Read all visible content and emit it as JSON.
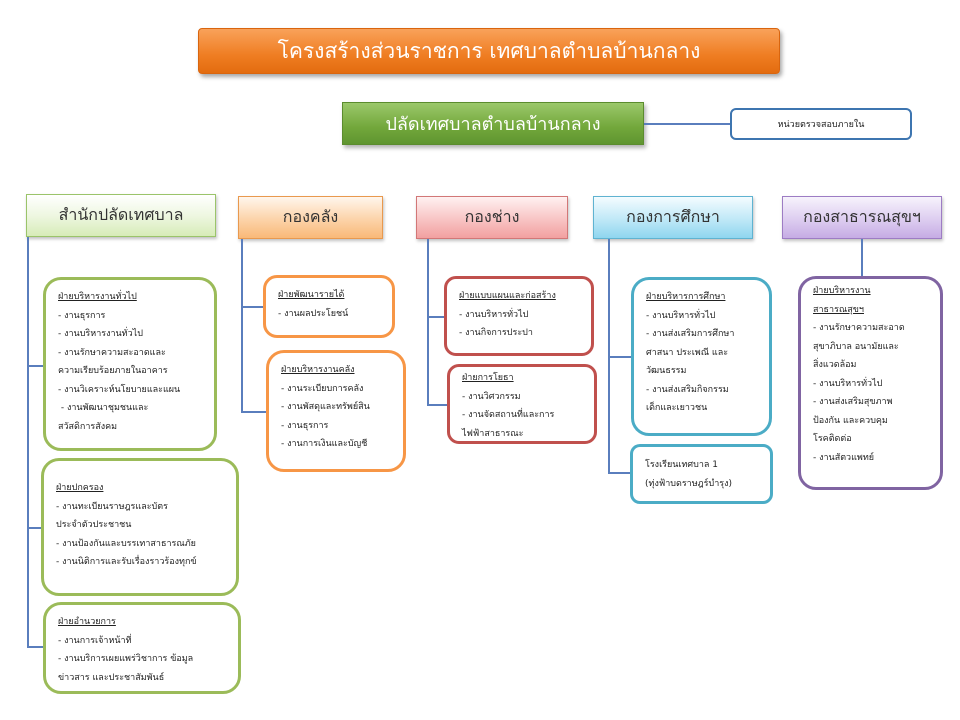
{
  "title": "โครงสร้างส่วนราชการ เทศบาลตำบลบ้านกลาง",
  "head": "ปลัดเทศบาลตำบลบ้านกลาง",
  "audit": "หน่วยตรวจสอบภายใน",
  "divisions": [
    {
      "name": "สำนักปลัดเทศบาล",
      "sections": [
        {
          "title": "ฝ่ายบริหารงานทั่วไป",
          "lines": [
            "- งานธุรการ",
            "- งานบริหารงานทั่วไป",
            "- งานรักษาความสะอาดและ",
            "ความเรียบร้อยภายในอาคาร",
            "- งานวิเคราะห์นโยบายและแผน",
            " - งานพัฒนาชุมชนและ",
            "สวัสดิการสังคม"
          ]
        },
        {
          "title": "ฝ่ายปกครอง",
          "lines": [
            "- งานทะเบียนราษฎรและบัตร",
            "ประจำตัวประชาชน",
            "- งานป้องกันและบรรเทาสาธารณภัย",
            "- งานนิติการและรับเรื่องราวร้องทุกข์"
          ]
        },
        {
          "title": "ฝ่ายอำนวยการ",
          "lines": [
            "- งานการเจ้าหน้าที่",
            "- งานบริการเผยแพร่วิชาการ ข้อมูล",
            "ข่าวสาร และประชาสัมพันธ์"
          ]
        }
      ]
    },
    {
      "name": "กองคลัง",
      "sections": [
        {
          "title": "ฝ่ายพัฒนารายได้",
          "lines": [
            "- งานผลประโยชน์"
          ]
        },
        {
          "title": "ฝ่ายบริหารงานคลัง",
          "lines": [
            "- งานระเบียบการคลัง",
            "- งานพัสดุและทรัพย์สิน",
            "- งานธุรการ",
            "- งานการเงินและบัญชี"
          ]
        }
      ]
    },
    {
      "name": "กองช่าง",
      "sections": [
        {
          "title": "ฝ่ายแบบแผนและก่อสร้าง",
          "lines": [
            "- งานบริหารทั่วไป",
            "- งานกิจการประปา"
          ]
        },
        {
          "title": "ฝ่ายการโยธา",
          "lines": [
            "- งานวิศวกรรม",
            "- งานจัดสถานที่และการ",
            "ไฟฟ้าสาธารณะ"
          ]
        }
      ]
    },
    {
      "name": "กองการศึกษา",
      "sections": [
        {
          "title": "ฝ่ายบริหารการศึกษา",
          "lines": [
            "- งานบริหารทั่วไป",
            "- งานส่งเสริมการศึกษา",
            "ศาสนา ประเพณี และ",
            "วัฒนธรรม",
            "- งานส่งเสริมกิจกรรม",
            "เด็กและเยาวชน"
          ]
        },
        {
          "title": "",
          "lines": [
            "โรงเรียนเทศบาล 1",
            "(ทุ่งฟ้าบดราษฎร์บำรุง)"
          ]
        }
      ]
    },
    {
      "name": "กองสาธารณสุขฯ",
      "sections": [
        {
          "title": "ฝ่ายบริหารงาน\nสาธารณสุขฯ",
          "lines": [
            "- งานรักษาความสะอาด",
            "สุขาภิบาล อนามัยและ",
            "สิ่งแวดล้อม",
            "- งานบริหารทั่วไป",
            "- งานส่งเสริมสุขภาพ",
            "ป้องกัน และควบคุม",
            "โรคติดต่อ",
            "- งานสัตวแพทย์"
          ]
        }
      ]
    }
  ]
}
